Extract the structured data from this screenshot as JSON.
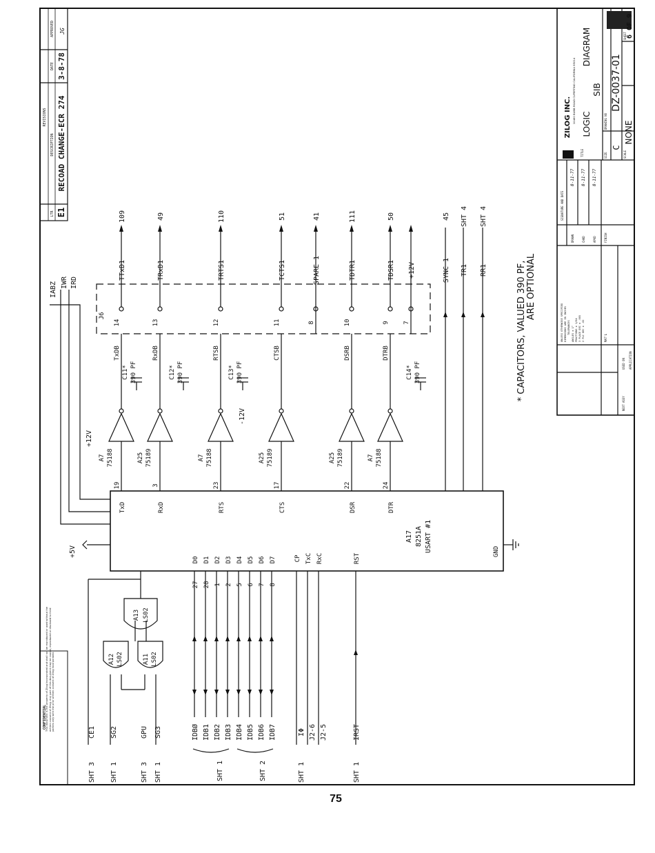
{
  "page": {
    "number": "75"
  },
  "confidential": {
    "heading": "CONFIDENTIAL",
    "text": "This document is the property of Zilog Incorporated and shall not be reproduced or used without the written consent of Zilog. Any part of this document may be copied, reproduced or disclosed to third parties only with the prior written consent of Zilog Incorporated."
  },
  "revisions": {
    "title": "REVISIONS",
    "headers": [
      "LTR",
      "DESCRIPTION",
      "DATE",
      "APPROVED"
    ],
    "row": {
      "ltr": "E1",
      "description": "RECOAD CHANGE-ECR 274",
      "date": "3-8-78",
      "approved": "JG"
    }
  },
  "title_block": {
    "company": "ZILOG INC.",
    "address": "10460 BUBB ROAD   CUPERTINO   CALIFORNIA   95014",
    "title_label": "TITLE",
    "title": [
      "LOGIC",
      "SIB",
      "DIAGRAM"
    ],
    "size_label": "SIZE",
    "size": "C",
    "drawing_no_label": "DRAWING NO",
    "drawing_no": "DZ-0037-01",
    "scale_label": "SCALE",
    "scale": "NONE",
    "sheet_label": "SHEET",
    "sheet": "6 OF 9",
    "signature_header": "SIGNATURE AND DATE",
    "sig_rows": [
      {
        "label": "DRAWN",
        "value": "8-11-77"
      },
      {
        "label": "CHKD",
        "value": "8-11-77"
      },
      {
        "label": "APVD",
        "value": "8-11-77"
      }
    ],
    "finish_label": "FINISH",
    "matl_label": "MAT'L",
    "tolerances": [
      "UNLESS OTHERWISE SPECIFIED",
      "DIMENSIONS ARE IN INCHES",
      "TOLERANCES",
      "ANGLES ± 1°",
      "FRACTIONS ± 1/64",
      "3 PLACE DEC ± .005",
      "2 PLC DEC ± .02"
    ],
    "next_assy": "NEXT ASSY",
    "used_on": "USED ON",
    "application": "APPLICATION"
  },
  "note": {
    "line1": "* CAPACITORS, VALUED 390 PF,",
    "line2": "ARE OPTIONAL"
  },
  "usart": {
    "ref": "A17",
    "part": "8251A",
    "name": "USART #1",
    "gnd": "GND"
  },
  "left_labels": [
    {
      "sheet": "SHT 3",
      "signal": "CE1"
    },
    {
      "sheet": "SHT 1",
      "signal": "SG2"
    },
    {
      "sheet": "SHT 3",
      "signal": "GPU"
    },
    {
      "sheet": "SHT 1",
      "signal": "SG3"
    },
    {
      "sheet": "SHT 1",
      "signal": "IDB0-IDB3"
    },
    {
      "sheet": "SHT 2",
      "signal": "IDB4-IDB7"
    },
    {
      "sheet": "SHT 1",
      "signal": "IΦ"
    },
    {
      "sheet": "SHT 1",
      "signal": "IRST"
    }
  ],
  "data_bus": [
    "IDBØ",
    "IDB1",
    "IDB2",
    "IDB3",
    "IDB4",
    "IDB5",
    "IDB6",
    "IDB7"
  ],
  "data_pins": [
    "D0",
    "D1",
    "D2",
    "D3",
    "D4",
    "D5",
    "D6",
    "D7"
  ],
  "data_pin_nums": [
    "27",
    "28",
    "1",
    "2",
    "5",
    "6",
    "7",
    "8"
  ],
  "jumpers": [
    "J2-6",
    "J2-5"
  ],
  "top_signals": [
    "IABZ",
    "IWR",
    "IRD"
  ],
  "connector": {
    "ref": "J6",
    "signals": [
      "TTxD1",
      "TRxD1",
      "TRTS1",
      "TCTS1",
      "SPARE 1",
      "TDTR1",
      "TDSR1",
      "+12V"
    ],
    "pins": [
      "14",
      "13",
      "12",
      "11",
      "8",
      "10",
      "9",
      "7"
    ],
    "dest": [
      "109",
      "49",
      "110",
      "51",
      "41",
      "111",
      "50",
      ""
    ]
  },
  "local_signals": [
    "TxDB",
    "RxDB",
    "RTSB",
    "CTSB",
    "DSRB",
    "DTRB"
  ],
  "gates": [
    {
      "ref": "A7",
      "part": "75188"
    },
    {
      "ref": "A25",
      "part": "75189"
    },
    {
      "ref": "A7",
      "part": "75188"
    },
    {
      "ref": "A25",
      "part": "75189"
    },
    {
      "ref": "A25",
      "part": "75189"
    },
    {
      "ref": "A7",
      "part": "75188"
    },
    {
      "ref": "A12",
      "part": "LS02"
    },
    {
      "ref": "A11",
      "part": "LS02"
    },
    {
      "ref": "A13",
      "part": "LS02"
    }
  ],
  "caps": [
    {
      "ref": "C11*",
      "value": "390 PF"
    },
    {
      "ref": "C12*",
      "value": "390 PF"
    },
    {
      "ref": "C13*",
      "value": "390 PF"
    },
    {
      "ref": "C14*",
      "value": "390 PF"
    }
  ],
  "sync_outputs": [
    {
      "signal": "SYNC 1",
      "dest": "45"
    },
    {
      "signal": "TR1",
      "dest": "SHT 4"
    },
    {
      "signal": "RR1",
      "dest": "SHT 4"
    }
  ],
  "supply": {
    "plus5": "+5V",
    "plus12": "+12V",
    "minus12": "-12V"
  }
}
